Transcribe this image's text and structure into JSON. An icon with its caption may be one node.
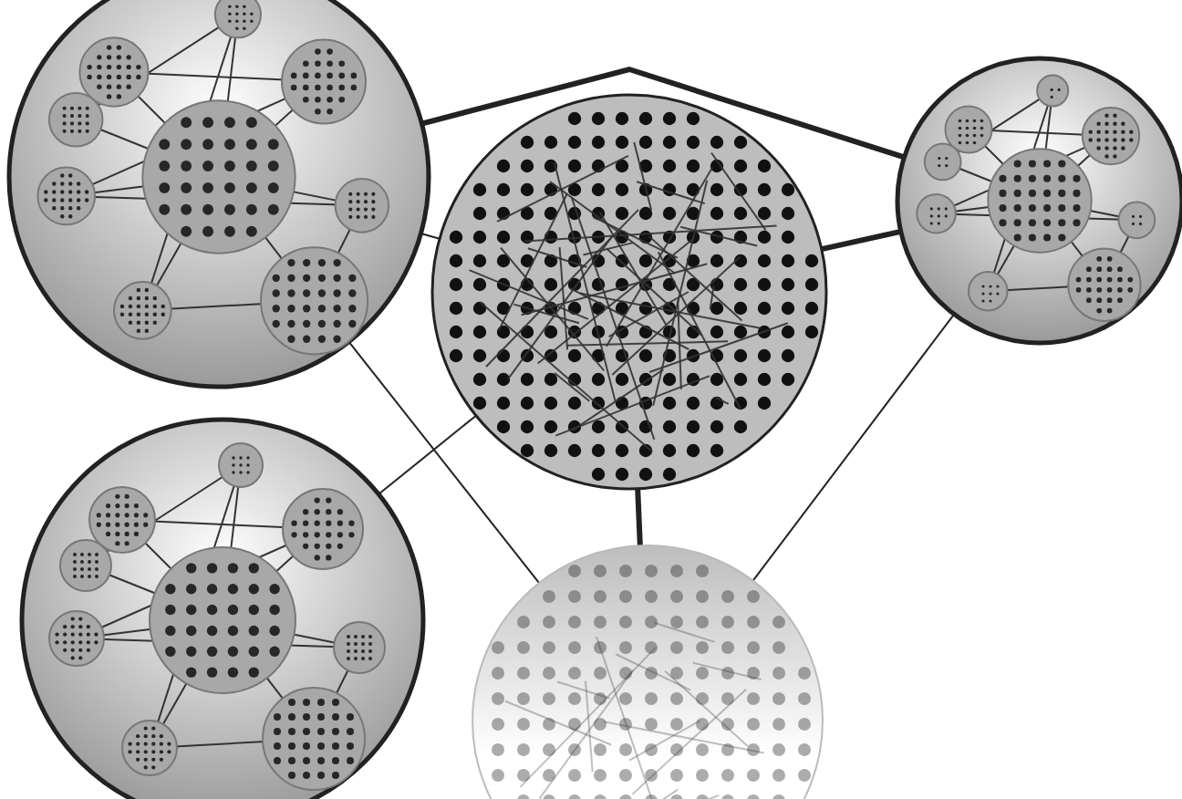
{
  "diagram": {
    "nodes": [
      {
        "text": [],
        "shape": "circle"
      },
      {
        "text": [],
        "shape": "circle"
      },
      {
        "text": [],
        "shape": "circle"
      },
      {
        "text": [],
        "shape": "circle"
      },
      {
        "text": [],
        "shape": "circle"
      }
    ],
    "edges": [
      {
        "from": 0,
        "to": 2,
        "arrow": "none",
        "style": "thick"
      },
      {
        "from": 0,
        "to": 1,
        "arrow": "none"
      },
      {
        "from": 1,
        "to": 2,
        "arrow": "none",
        "style": "thick"
      },
      {
        "from": 1,
        "to": 3,
        "arrow": "none"
      },
      {
        "from": 1,
        "to": 4,
        "arrow": "none",
        "style": "thick"
      },
      {
        "from": 4,
        "to": 2,
        "arrow": "none"
      },
      {
        "from": 0,
        "to": 4,
        "arrow": "none"
      }
    ]
  }
}
